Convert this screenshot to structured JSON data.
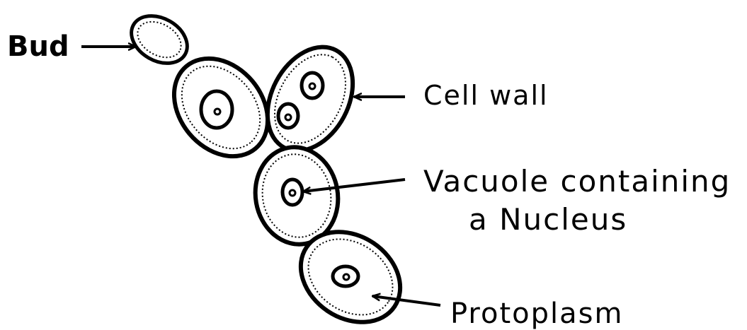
{
  "labels": {
    "bud": "Bud",
    "cell_wall": "Cell wall",
    "vacuole_line1": "Vacuole containing",
    "vacuole_line2": "a Nucleus",
    "protoplasm": "Protoplasm"
  },
  "colors": {
    "ink": "#000000",
    "background": "#ffffff"
  }
}
